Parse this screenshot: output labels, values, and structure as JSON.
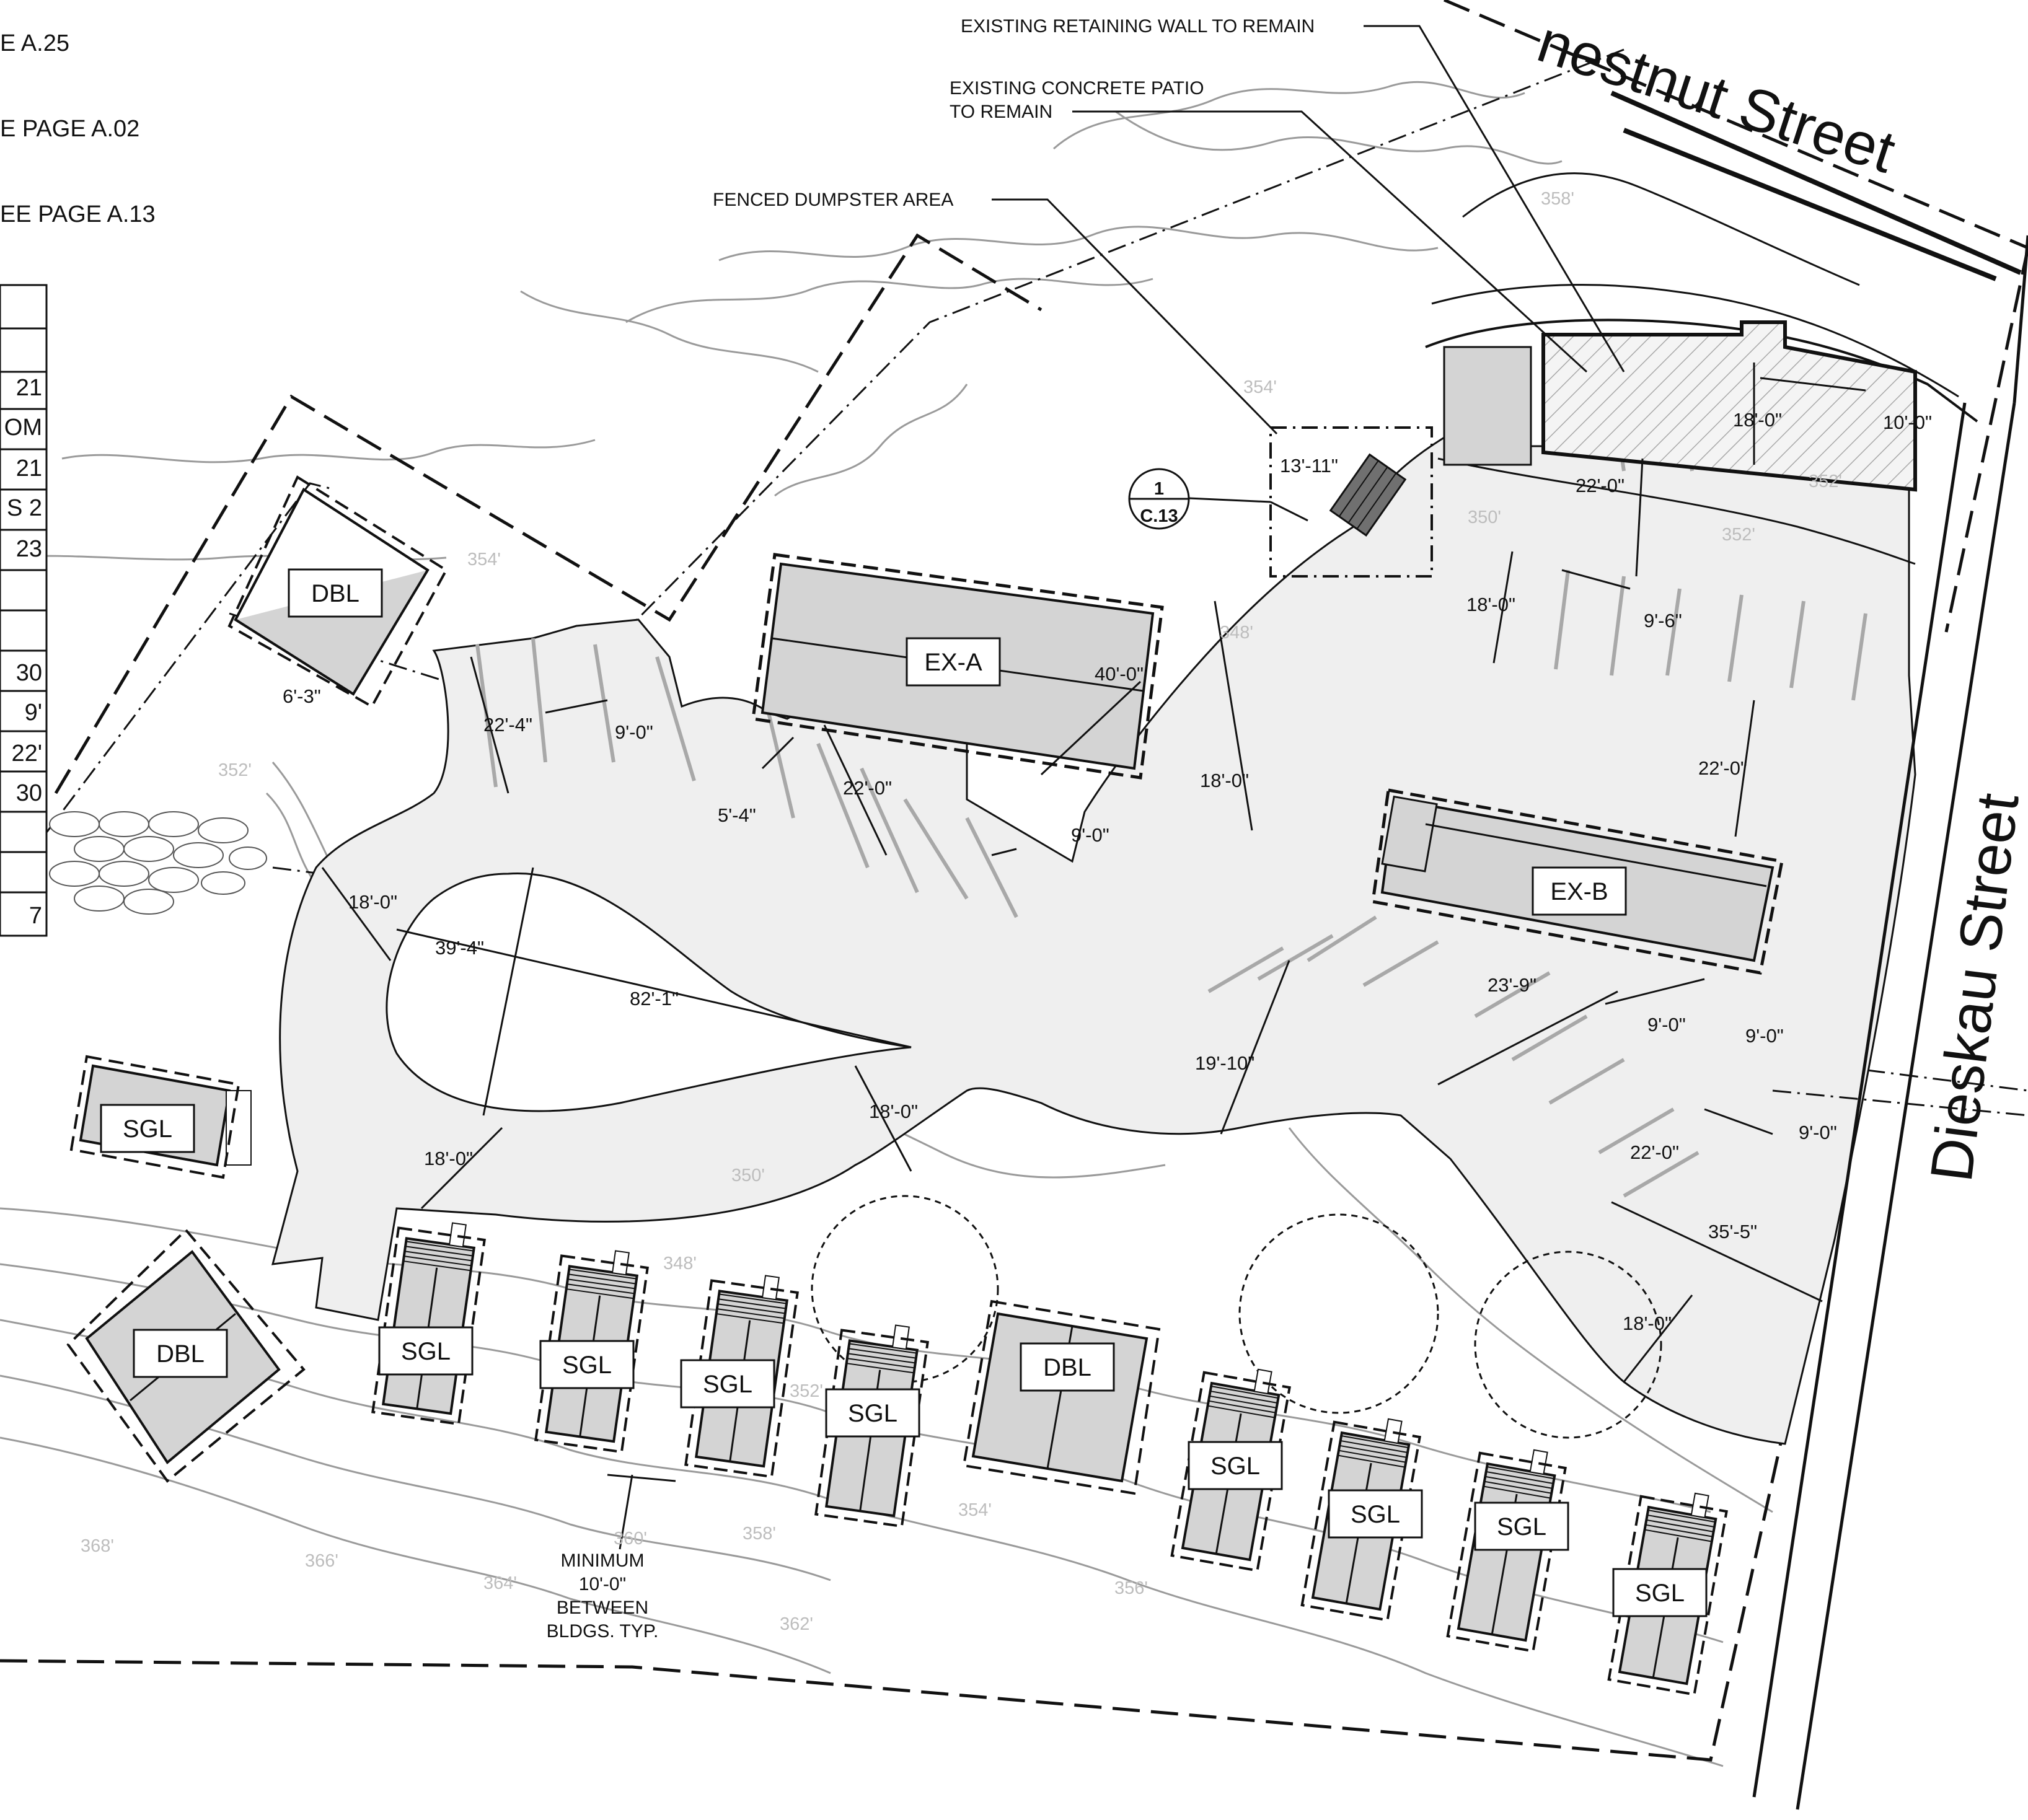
{
  "sheet_refs": {
    "ref_1": "E A.25",
    "ref_2": "E PAGE A.02",
    "ref_3": "EE PAGE A.13"
  },
  "table_values": [
    "21",
    "OM",
    "21",
    "S 2",
    "23",
    "30",
    "9'",
    "22'",
    "30",
    "7"
  ],
  "streets": {
    "north": "nestnut Street",
    "east": "Dieskau Street"
  },
  "callouts": {
    "retaining_wall": "EXISTING RETAINING WALL TO REMAIN",
    "patio_line1": "EXISTING CONCRETE PATIO",
    "patio_line2": "TO REMAIN",
    "dumpster": "FENCED DUMPSTER AREA",
    "min_spacing": [
      "MINIMUM",
      "10'-0\"",
      "BETWEEN",
      "BLDGS. TYP."
    ]
  },
  "detail_ref": {
    "number": "1",
    "sheet": "C.13"
  },
  "buildings": {
    "dbl_nw": "DBL",
    "ex_a": "EX-A",
    "ex_b": "EX-B",
    "sgl_w": "SGL",
    "dbl_sw": "DBL",
    "sgl_1": "SGL",
    "sgl_2": "SGL",
    "sgl_3": "SGL",
    "sgl_4": "SGL",
    "dbl_s": "DBL",
    "sgl_5": "SGL",
    "sgl_6": "SGL",
    "sgl_7": "SGL",
    "sgl_8": "SGL"
  },
  "dimensions": {
    "d_13_11": "13'-11\"",
    "d_18_0_ne": "18'-0\"",
    "d_10_0_ne": "10'-0\"",
    "d_22_0_ne": "22'-0\"",
    "d_18_0_e": "18'-0\"",
    "d_9_6": "9'-6\"",
    "d_40_0": "40'-0\"",
    "d_22_4": "22'-4\"",
    "d_9_0_nw": "9'-0\"",
    "d_6_3": "6'-3\"",
    "d_22_0_c": "22'-0\"",
    "d_5_4": "5'-4\"",
    "d_9_0_c": "9'-0\"",
    "d_18_0_c": "18'-0\"",
    "d_22_0_e": "22'-0\"",
    "d_18_0_w": "18'-0\"",
    "d_39_4": "39'-4\"",
    "d_82_1": "82'-1\"",
    "d_18_0_sw": "18'-0\"",
    "d_18_0_s": "18'-0\"",
    "d_19_10": "19'-10\"",
    "d_23_9": "23'-9\"",
    "d_9_0_e1": "9'-0\"",
    "d_9_0_e2": "9'-0\"",
    "d_9_0_e3": "9'-0\"",
    "d_22_0_se": "22'-0\"",
    "d_35_5": "35'-5\"",
    "d_18_0_se": "18'-0\""
  },
  "contours": {
    "c_358_n": "358'",
    "c_354_n": "354'",
    "c_352_ne": "352'",
    "c_350_ne": "350'",
    "c_352_e": "352'",
    "c_348_c": "348'",
    "c_354_w": "354'",
    "c_352_w": "352'",
    "c_350_s": "350'",
    "c_348_s": "348'",
    "c_352_s": "352'",
    "c_354_s": "354'",
    "c_358_s": "358'",
    "c_360_s": "360'",
    "c_356_s": "356'",
    "c_362_s": "362'",
    "c_364_s": "364'",
    "c_366_s": "366'",
    "c_368_s": "368'"
  },
  "colors": {
    "paving": "#efefef",
    "building_fill": "#d4d4d4",
    "contour": "#9a9a9a",
    "line": "#111111"
  }
}
